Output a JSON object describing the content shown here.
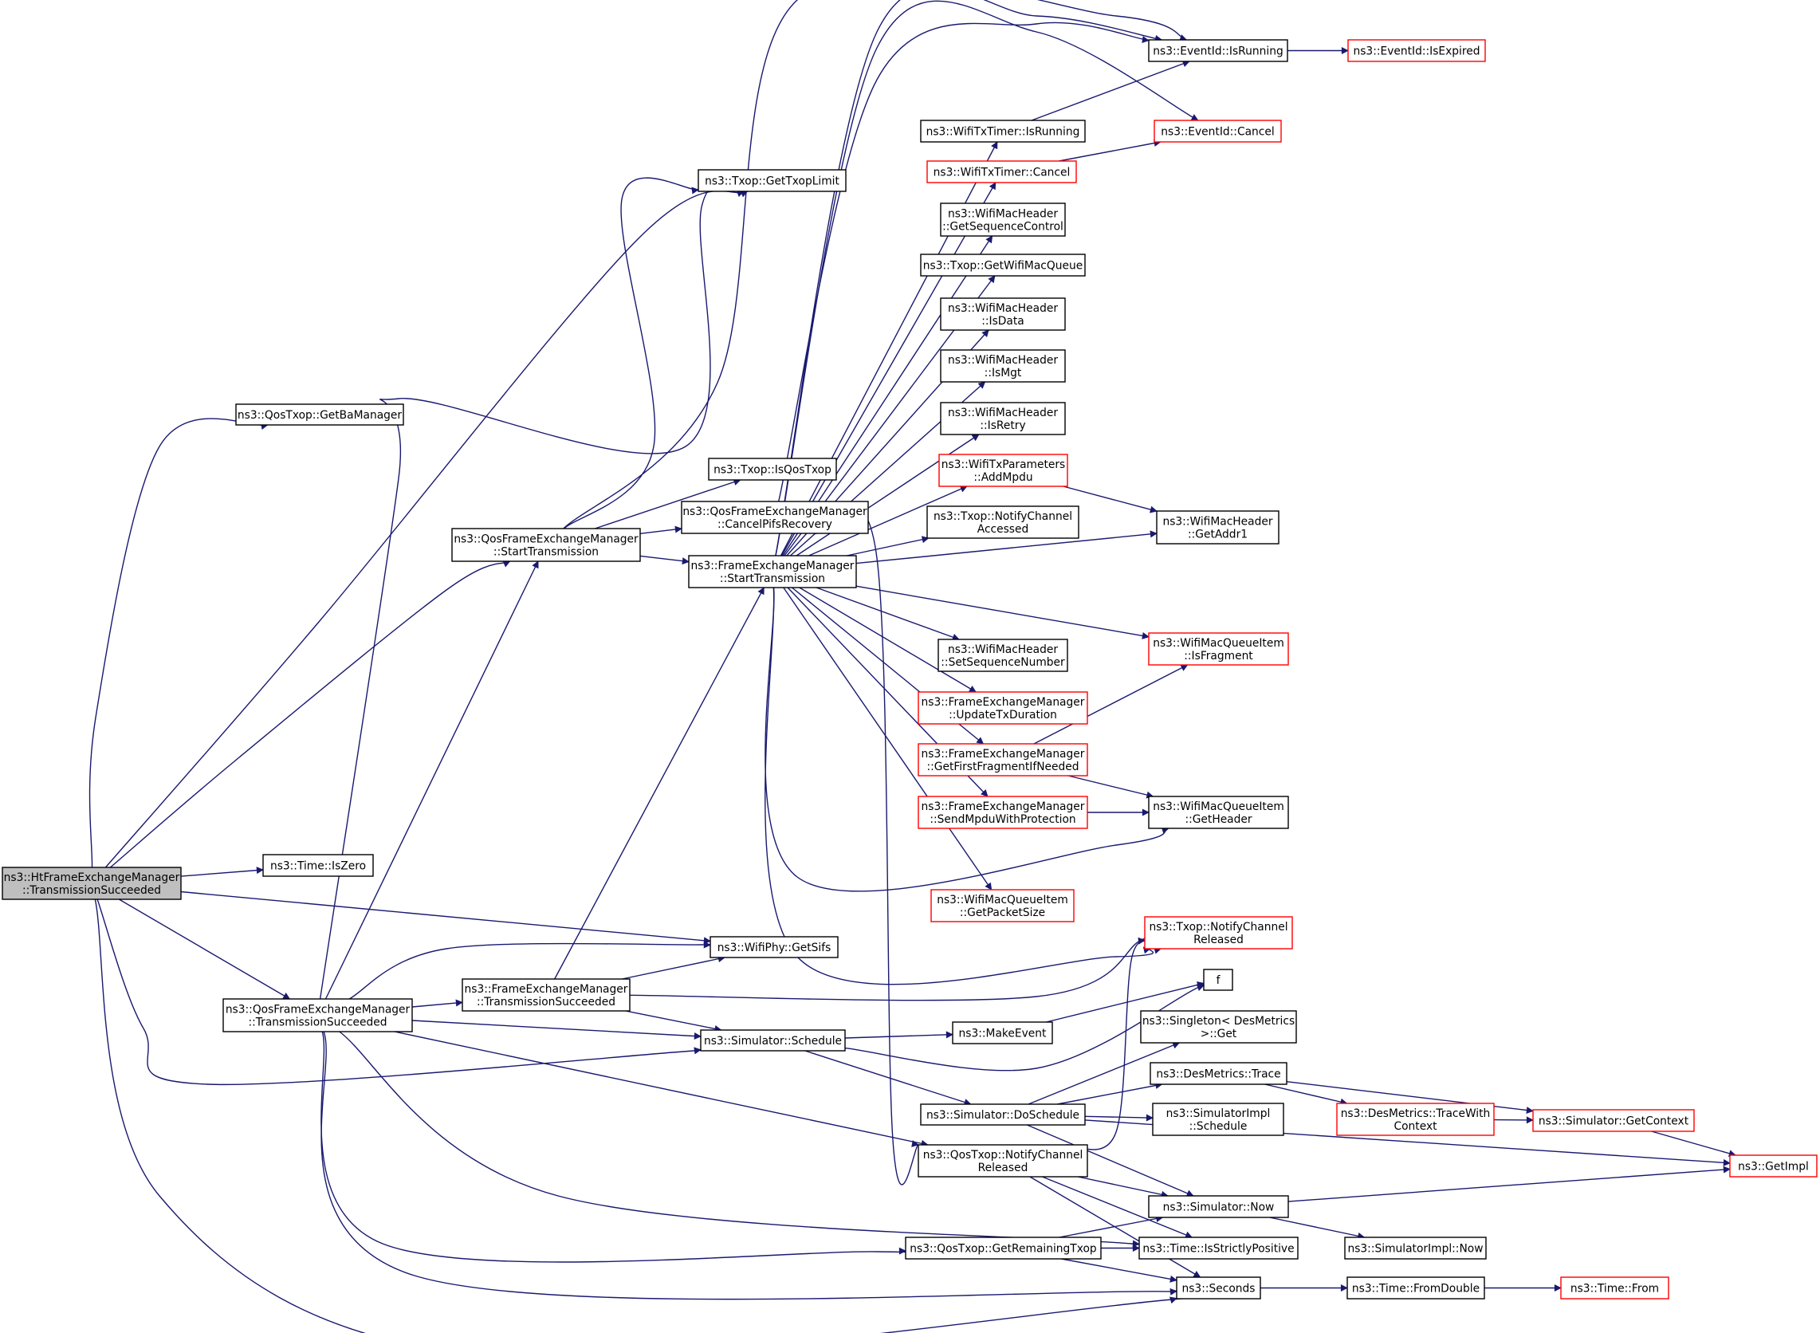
{
  "colors": {
    "edge": "#191970",
    "border_normal": "#000000",
    "border_external": "#ff0000",
    "root_fill": "#bfbfbf",
    "node_fill": "#ffffff"
  },
  "nodes": [
    {
      "id": "root",
      "lines": [
        "ns3::HtFrameExchangeManager",
        "::TransmissionSucceeded"
      ],
      "kind": "root"
    },
    {
      "id": "getBaManager",
      "lines": [
        "ns3::QosTxop::GetBaManager"
      ],
      "kind": "normal"
    },
    {
      "id": "getTxopLimit",
      "lines": [
        "ns3::Txop::GetTxopLimit"
      ],
      "kind": "normal"
    },
    {
      "id": "timeIsZero",
      "lines": [
        "ns3::Time::IsZero"
      ],
      "kind": "normal"
    },
    {
      "id": "qfemStart",
      "lines": [
        "ns3::QosFrameExchangeManager",
        "::StartTransmission"
      ],
      "kind": "normal"
    },
    {
      "id": "qfemSucc",
      "lines": [
        "ns3::QosFrameExchangeManager",
        "::TransmissionSucceeded"
      ],
      "kind": "normal"
    },
    {
      "id": "getSifs",
      "lines": [
        "ns3::WifiPhy::GetSifs"
      ],
      "kind": "normal"
    },
    {
      "id": "fem Succ",
      "lines": [
        "ns3::FrameExchangeManager",
        "::TransmissionSucceeded"
      ],
      "kind": "normal"
    },
    {
      "id": "schedule",
      "lines": [
        "ns3::Simulator::Schedule"
      ],
      "kind": "normal"
    },
    {
      "id": "isQosTxop",
      "lines": [
        "ns3::Txop::IsQosTxop"
      ],
      "kind": "normal"
    },
    {
      "id": "cancelPifs",
      "lines": [
        "ns3::QosFrameExchangeManager",
        "::CancelPifsRecovery"
      ],
      "kind": "normal"
    },
    {
      "id": "femStart",
      "lines": [
        "ns3::FrameExchangeManager",
        "::StartTransmission"
      ],
      "kind": "normal"
    },
    {
      "id": "eventIsRunning",
      "lines": [
        "ns3::EventId::IsRunning"
      ],
      "kind": "normal"
    },
    {
      "id": "eventIsExpired",
      "lines": [
        "ns3::EventId::IsExpired"
      ],
      "kind": "external"
    },
    {
      "id": "txTimerIsRunning",
      "lines": [
        "ns3::WifiTxTimer::IsRunning"
      ],
      "kind": "normal"
    },
    {
      "id": "eventCancel",
      "lines": [
        "ns3::EventId::Cancel"
      ],
      "kind": "external"
    },
    {
      "id": "txTimerCancel",
      "lines": [
        "ns3::WifiTxTimer::Cancel"
      ],
      "kind": "external"
    },
    {
      "id": "getSeqCtrl",
      "lines": [
        "ns3::WifiMacHeader",
        "::GetSequenceControl"
      ],
      "kind": "normal"
    },
    {
      "id": "getWifiMacQueue",
      "lines": [
        "ns3::Txop::GetWifiMacQueue"
      ],
      "kind": "normal"
    },
    {
      "id": "isData",
      "lines": [
        "ns3::WifiMacHeader",
        "::IsData"
      ],
      "kind": "normal"
    },
    {
      "id": "isMgt",
      "lines": [
        "ns3::WifiMacHeader",
        "::IsMgt"
      ],
      "kind": "normal"
    },
    {
      "id": "isRetry",
      "lines": [
        "ns3::WifiMacHeader",
        "::IsRetry"
      ],
      "kind": "normal"
    },
    {
      "id": "addMpdu",
      "lines": [
        "ns3::WifiTxParameters",
        "::AddMpdu"
      ],
      "kind": "external"
    },
    {
      "id": "notifyChAccessed",
      "lines": [
        "ns3::Txop::NotifyChannel",
        "Accessed"
      ],
      "kind": "normal"
    },
    {
      "id": "getAddr1",
      "lines": [
        "ns3::WifiMacHeader",
        "::GetAddr1"
      ],
      "kind": "normal"
    },
    {
      "id": "setSeqNum",
      "lines": [
        "ns3::WifiMacHeader",
        "::SetSequenceNumber"
      ],
      "kind": "normal"
    },
    {
      "id": "isFragment",
      "lines": [
        "ns3::WifiMacQueueItem",
        "::IsFragment"
      ],
      "kind": "external"
    },
    {
      "id": "updateTxDur",
      "lines": [
        "ns3::FrameExchangeManager",
        "::UpdateTxDuration"
      ],
      "kind": "external"
    },
    {
      "id": "getFirstFrag",
      "lines": [
        "ns3::FrameExchangeManager",
        "::GetFirstFragmentIfNeeded"
      ],
      "kind": "external"
    },
    {
      "id": "sendMpdu",
      "lines": [
        "ns3::FrameExchangeManager",
        "::SendMpduWithProtection"
      ],
      "kind": "external"
    },
    {
      "id": "getHeader",
      "lines": [
        "ns3::WifiMacQueueItem",
        "::GetHeader"
      ],
      "kind": "normal"
    },
    {
      "id": "getPacketSize",
      "lines": [
        "ns3::WifiMacQueueItem",
        "::GetPacketSize"
      ],
      "kind": "external"
    },
    {
      "id": "txopNotifyChRel",
      "lines": [
        "ns3::Txop::NotifyChannel",
        "Released"
      ],
      "kind": "external"
    },
    {
      "id": "f",
      "lines": [
        "f"
      ],
      "kind": "normal"
    },
    {
      "id": "makeEvent",
      "lines": [
        "ns3::MakeEvent"
      ],
      "kind": "normal"
    },
    {
      "id": "singletonGet",
      "lines": [
        "ns3::Singleton< DesMetrics",
        " >::Get"
      ],
      "kind": "normal"
    },
    {
      "id": "desTrace",
      "lines": [
        "ns3::DesMetrics::Trace"
      ],
      "kind": "normal"
    },
    {
      "id": "doSchedule",
      "lines": [
        "ns3::Simulator::DoSchedule"
      ],
      "kind": "normal"
    },
    {
      "id": "implSchedule",
      "lines": [
        "ns3::SimulatorImpl",
        "::Schedule"
      ],
      "kind": "normal"
    },
    {
      "id": "traceWithCtx",
      "lines": [
        "ns3::DesMetrics::TraceWith",
        "Context"
      ],
      "kind": "external"
    },
    {
      "id": "getContext",
      "lines": [
        "ns3::Simulator::GetContext"
      ],
      "kind": "external"
    },
    {
      "id": "qosNotifyChRel",
      "lines": [
        "ns3::QosTxop::NotifyChannel",
        "Released"
      ],
      "kind": "normal"
    },
    {
      "id": "getImpl",
      "lines": [
        "ns3::GetImpl"
      ],
      "kind": "external"
    },
    {
      "id": "now",
      "lines": [
        "ns3::Simulator::Now"
      ],
      "kind": "normal"
    },
    {
      "id": "getRemTxop",
      "lines": [
        "ns3::QosTxop::GetRemainingTxop"
      ],
      "kind": "normal"
    },
    {
      "id": "isStrictlyPos",
      "lines": [
        "ns3::Time::IsStrictlyPositive"
      ],
      "kind": "normal"
    },
    {
      "id": "implNow",
      "lines": [
        "ns3::SimulatorImpl::Now"
      ],
      "kind": "normal"
    },
    {
      "id": "seconds",
      "lines": [
        "ns3::Seconds"
      ],
      "kind": "normal"
    },
    {
      "id": "fromDouble",
      "lines": [
        "ns3::Time::FromDouble"
      ],
      "kind": "normal"
    },
    {
      "id": "timeFrom",
      "lines": [
        "ns3::Time::From"
      ],
      "kind": "external"
    }
  ]
}
